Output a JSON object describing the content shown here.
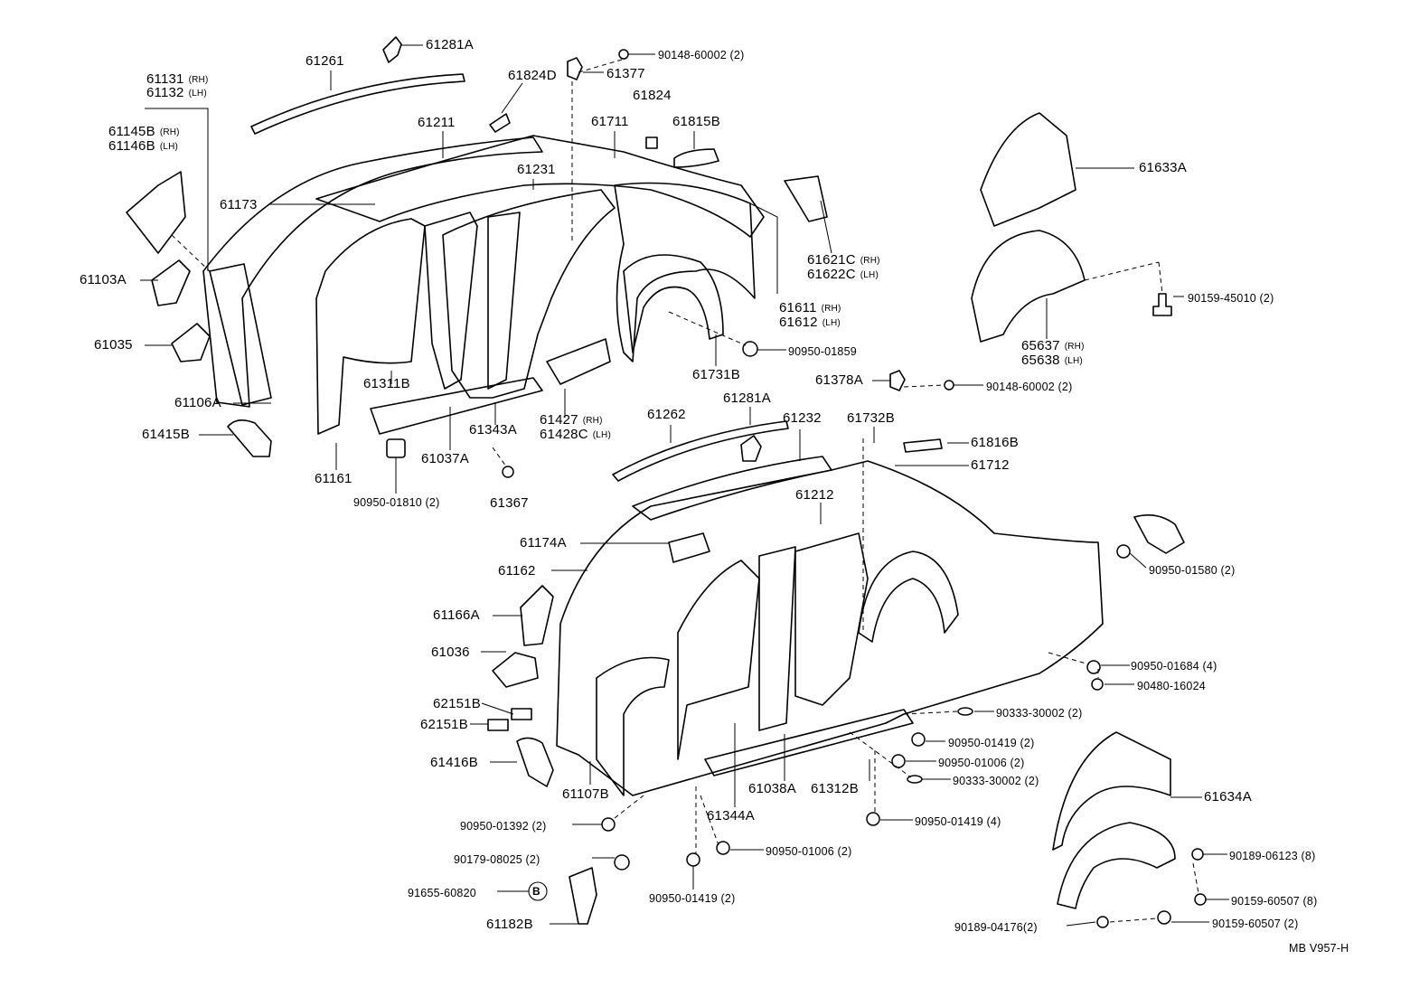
{
  "diagram_code": "MB V957-H",
  "labels": {
    "l61281A_top": "61281A",
    "l61261": "61261",
    "l90148_60002_top": "90148-60002 (2)",
    "l61377": "61377",
    "l61131": "61131",
    "l61132": "61132",
    "l61824D": "61824D",
    "l61824": "61824",
    "l61145B": "61145B",
    "l61146B": "61146B",
    "l61211": "61211",
    "l61711": "61711",
    "l61815B": "61815B",
    "l61633A": "61633A",
    "l61231": "61231",
    "l61173": "61173",
    "l61621C": "61621C",
    "l61622C": "61622C",
    "l61103A": "61103A",
    "l90159_45010": "90159-45010 (2)",
    "l61611": "61611",
    "l61612": "61612",
    "l61035": "61035",
    "l65637": "65637",
    "l65638": "65638",
    "l90950_01859": "90950-01859",
    "l61311B": "61311B",
    "l61731B": "61731B",
    "l61378A": "61378A",
    "l90148_60002_mid": "90148-60002 (2)",
    "l61106A": "61106A",
    "l61262": "61262",
    "l61281A_mid": "61281A",
    "l61232": "61232",
    "l61732B": "61732B",
    "l61427": "61427",
    "l61428C": "61428C",
    "l61415B": "61415B",
    "l61343A": "61343A",
    "l61816B": "61816B",
    "l61161": "61161",
    "l61037A": "61037A",
    "l61712": "61712",
    "l90950_01810": "90950-01810 (2)",
    "l61367": "61367",
    "l61212": "61212",
    "l61174A": "61174A",
    "l90950_01580": "90950-01580 (2)",
    "l61162": "61162",
    "l61166A": "61166A",
    "l61036": "61036",
    "l90950_01684": "90950-01684 (4)",
    "l90480_16024": "90480-16024",
    "l62151B_a": "62151B",
    "l90333_30002_a": "90333-30002 (2)",
    "l62151B_b": "62151B",
    "l90950_01419_a": "90950-01419 (2)",
    "l61416B": "61416B",
    "l90950_01006_a": "90950-01006 (2)",
    "l90333_30002_b": "90333-30002 (2)",
    "l61634A": "61634A",
    "l61107B": "61107B",
    "l61038A": "61038A",
    "l61312B": "61312B",
    "l61344A": "61344A",
    "l90950_01419_b": "90950-01419 (4)",
    "l90950_01392": "90950-01392 (2)",
    "l90950_01006_b": "90950-01006 (2)",
    "l90189_06123": "90189-06123 (8)",
    "l90179_08025": "90179-08025 (2)",
    "l91655_60820": "91655-60820",
    "l90159_60507_a": "90159-60507 (8)",
    "l90950_01419_c": "90950-01419 (2)",
    "l61182B": "61182B",
    "l90189_04176": "90189-04176(2)",
    "l90159_60507_b": "90159-60507 (2)"
  },
  "suffix": {
    "rh": "(RH)",
    "lh": "(LH)"
  },
  "bolt_symbol": "B"
}
